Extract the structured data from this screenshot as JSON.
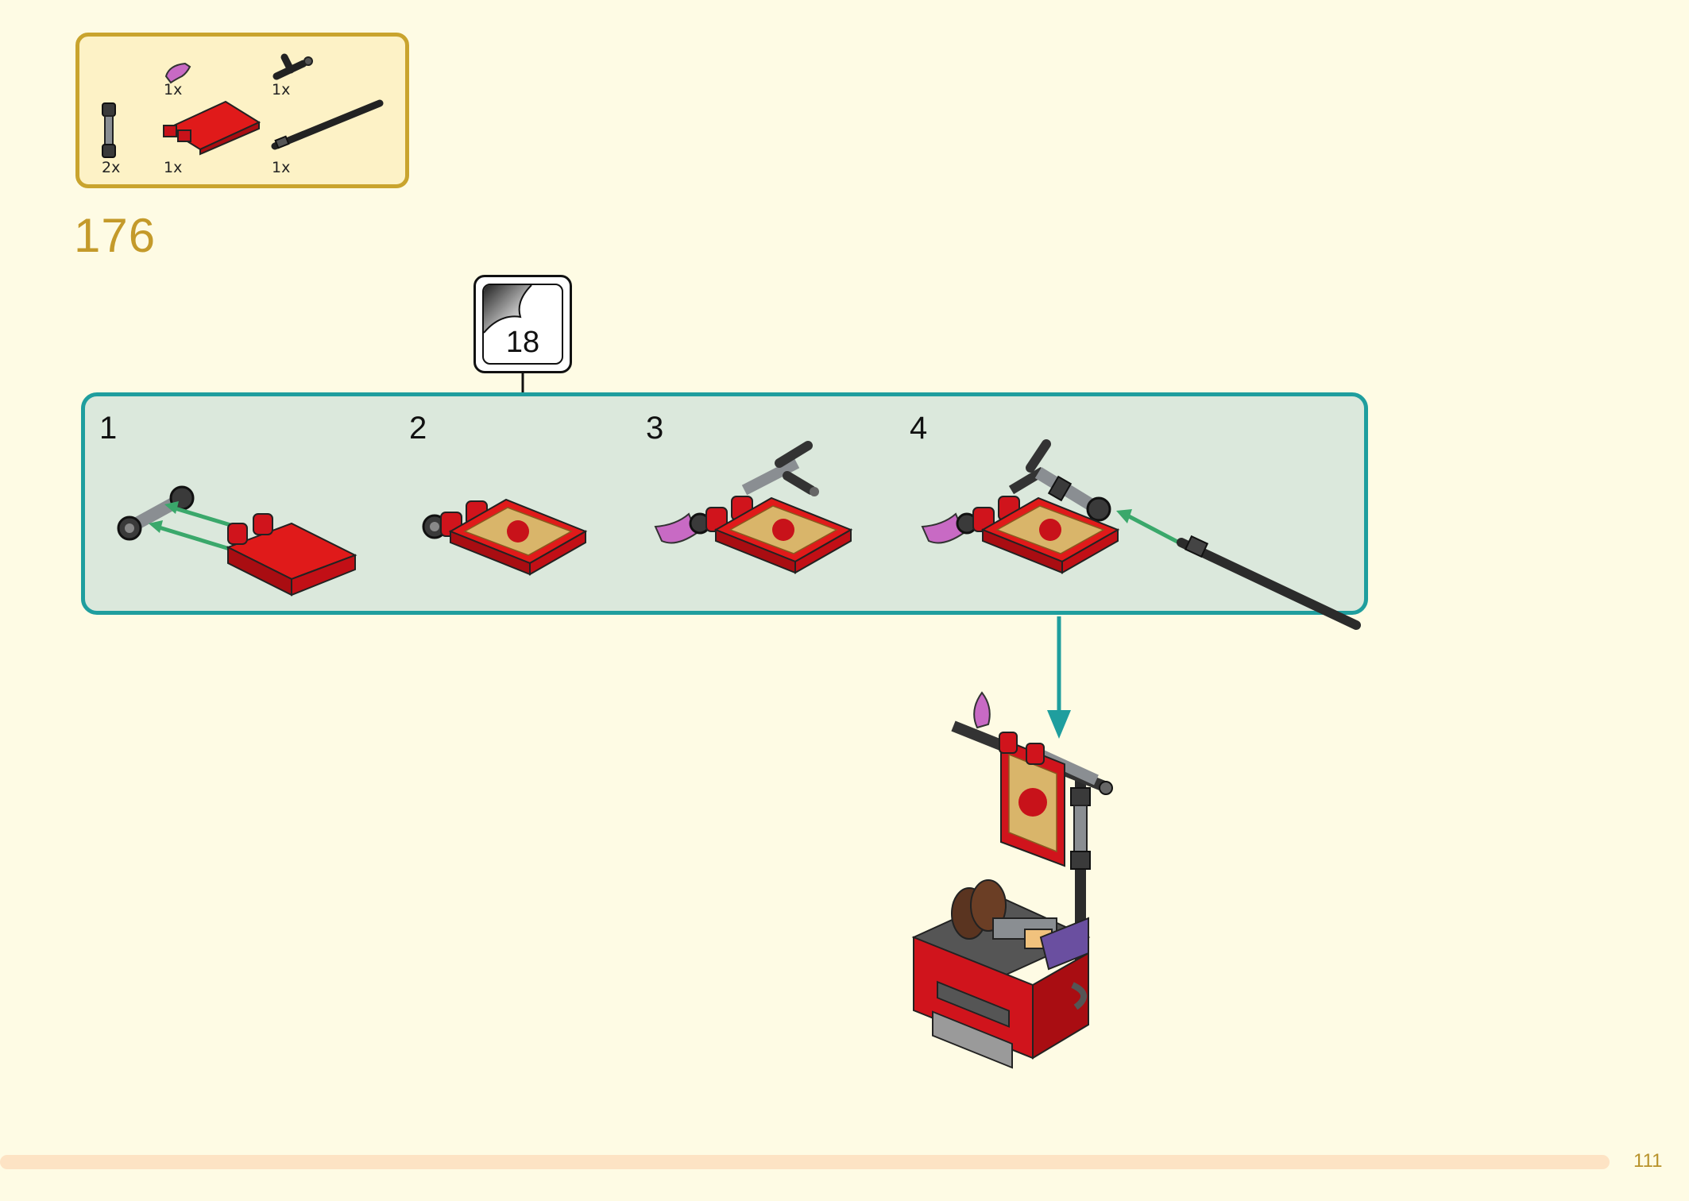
{
  "parts_list": {
    "items": [
      {
        "name": "purple-horn",
        "qty": "1x"
      },
      {
        "name": "t-bar",
        "qty": "1x"
      },
      {
        "name": "bar-connector",
        "qty": "2x"
      },
      {
        "name": "red-clip-tile",
        "qty": "1x"
      },
      {
        "name": "black-bar",
        "qty": "1x"
      }
    ]
  },
  "step": {
    "number": "176"
  },
  "sticker": {
    "number": "18"
  },
  "callout": {
    "substeps": [
      "1",
      "2",
      "3",
      "4"
    ]
  },
  "footer": {
    "page_number": "111"
  },
  "colors": {
    "background": "#fefbe4",
    "parts_border": "#c9a42e",
    "parts_fill": "#fdf2c6",
    "callout_border": "#1f9e9e",
    "callout_fill": "#dbe8dc",
    "arrow_green": "#3aa86b",
    "arrow_teal": "#1f9e9e",
    "brick_red": "#d9101a"
  }
}
